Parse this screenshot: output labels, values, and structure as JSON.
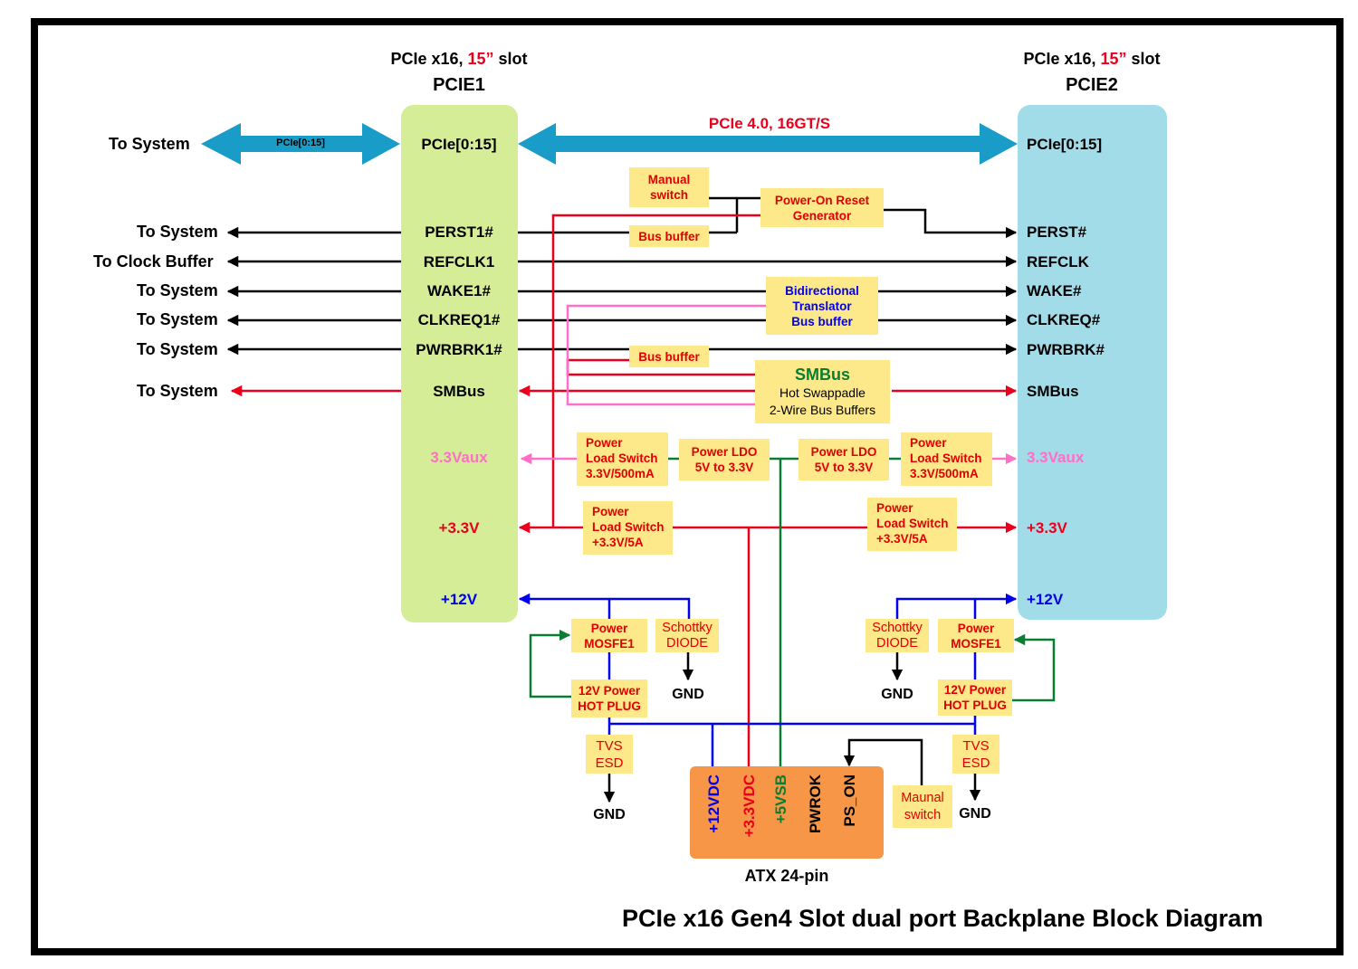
{
  "title": "PCIe x16 Gen4 Slot dual port Backplane Block Diagram",
  "colors": {
    "slot1": "#d4ed96",
    "slot2": "#a2dce8",
    "box": "#fde88a",
    "atx": "#f79646",
    "red": "#e8001c",
    "blue": "#0000ee",
    "green": "#0a7d32",
    "pink": "#ff6ec7",
    "arrow_blue": "#1a9cc8"
  },
  "slot1": {
    "caption_prefix": "PCIe x16, ",
    "caption_size": "15”",
    "caption_suffix": " slot",
    "name": "PCIE1",
    "pins": {
      "pcie": "PCIe[0:15]",
      "perst": "PERST1#",
      "refclk": "REFCLK1",
      "wake": "WAKE1#",
      "clkreq": "CLKREQ1#",
      "pwrbrk": "PWRBRK1#",
      "smbus": "SMBus",
      "vaux": "3.3Vaux",
      "v33": "+3.3V",
      "v12": "+12V"
    }
  },
  "slot2": {
    "caption_prefix": "PCIe x16, ",
    "caption_size": "15”",
    "caption_suffix": " slot",
    "name": "PCIE2",
    "pins": {
      "pcie": "PCIe[0:15]",
      "perst": "PERST#",
      "refclk": "REFCLK",
      "wake": "WAKE#",
      "clkreq": "CLKREQ#",
      "pwrbrk": "PWRBRK#",
      "smbus": "SMBus",
      "vaux": "3.3Vaux",
      "v33": "+3.3V",
      "v12": "+12V"
    }
  },
  "left_labels": {
    "sys1": "To System",
    "sys2": "To System",
    "clock": "To Clock Buffer",
    "sys3": "To System",
    "sys4": "To System",
    "sys5": "To System",
    "sys6": "To System"
  },
  "bus_label_small": "PCIe[0:15]",
  "bus_label_main": "PCIe 4.0, 16GT/S",
  "boxes": {
    "manual_switch": [
      "Manual",
      "switch"
    ],
    "por": [
      "Power-On Reset",
      "Generator"
    ],
    "bus_buffer_1": "Bus buffer",
    "bidir": [
      "Bidirectional",
      "Translator",
      "Bus buffer"
    ],
    "bus_buffer_2": "Bus buffer",
    "smbus_title": "SMBus",
    "smbus_lines": [
      "Hot Swappadle",
      "2-Wire Bus Buffers"
    ],
    "pls_left": [
      "Power",
      "Load Switch",
      "3.3V/500mA"
    ],
    "ldo_left": [
      "Power LDO",
      "5V to 3.3V"
    ],
    "ldo_right": [
      "Power LDO",
      "5V to 3.3V"
    ],
    "pls_right": [
      "Power",
      "Load Switch",
      "3.3V/500mA"
    ],
    "pls33_left": [
      "Power",
      "Load Switch",
      "+3.3V/5A"
    ],
    "pls33_right": [
      "Power",
      "Load Switch",
      "+3.3V/5A"
    ],
    "mosfet_left": [
      "Power",
      "MOSFE1"
    ],
    "schottky_left": [
      "Schottky",
      "DIODE"
    ],
    "hotplug_left": [
      "12V Power",
      "HOT PLUG"
    ],
    "tvs_left": [
      "TVS",
      "ESD"
    ],
    "schottky_right": [
      "Schottky",
      "DIODE"
    ],
    "mosfet_right": [
      "Power",
      "MOSFE1"
    ],
    "hotplug_right": [
      "12V Power",
      "HOT PLUG"
    ],
    "tvs_right": [
      "TVS",
      "ESD"
    ],
    "maunal_switch": [
      "Maunal",
      "switch"
    ]
  },
  "gnd": {
    "g1": "GND",
    "g2": "GND",
    "g3": "GND",
    "g4": "GND"
  },
  "atx": {
    "name": "ATX 24-pin",
    "pins": [
      "+12VDC",
      "+3.3VDC",
      "+5VSB",
      "PWROK",
      "PS_ON"
    ]
  }
}
